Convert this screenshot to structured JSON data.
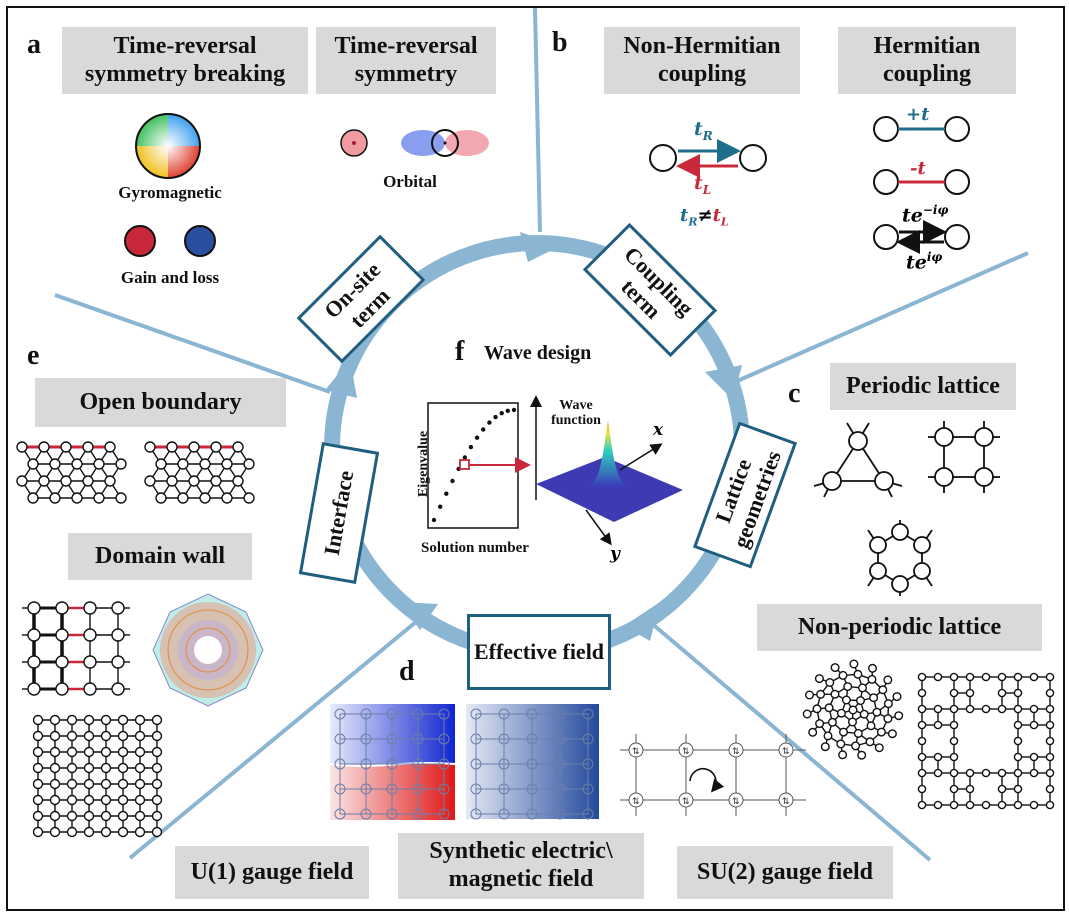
{
  "panels": {
    "a": {
      "label": "a",
      "box_left": "Time-reversal symmetry breaking",
      "box_right": "Time-reversal symmetry",
      "gyro_caption": "Gyromagnetic",
      "gain_caption": "Gain and loss",
      "orbital_caption": "Orbital"
    },
    "b": {
      "label": "b",
      "box_left": "Non-Hermitian coupling",
      "box_right": "Hermitian coupling",
      "tR": "tR",
      "tL": "tL",
      "ineq": "tR≠tL",
      "plus_t": "+t",
      "minus_t": "-t",
      "te_minus": "te−iφ",
      "te_plus": "teiφ"
    },
    "c": {
      "label": "c",
      "box_periodic": "Periodic lattice",
      "box_nonperiodic": "Non-periodic lattice"
    },
    "d": {
      "label": "d",
      "box_u1": "U(1) gauge field",
      "box_synthetic": "Synthetic electric\\ magnetic field",
      "box_su2": "SU(2) gauge field"
    },
    "e": {
      "label": "e",
      "box_open": "Open boundary",
      "box_domain": "Domain wall"
    },
    "f": {
      "label": "f",
      "title": "Wave design",
      "eigen_ylabel": "Eigenvalue",
      "eigen_xlabel": "Solution number",
      "wave_label": "Wave function",
      "x": "x",
      "y": "y"
    }
  },
  "cycle_boxes": {
    "onsite": "On-site term",
    "coupling": "Coupling term",
    "lattice": "Lattice geometries",
    "effective": "Effective field",
    "interface": "Interface"
  },
  "colors": {
    "box_gray": "#d9d9d9",
    "ring_blue": "#8ab5d3",
    "box_border": "#1f5e7e",
    "red": "#c8283a",
    "blue": "#2a4f9e",
    "teal": "#1f6f8b"
  }
}
